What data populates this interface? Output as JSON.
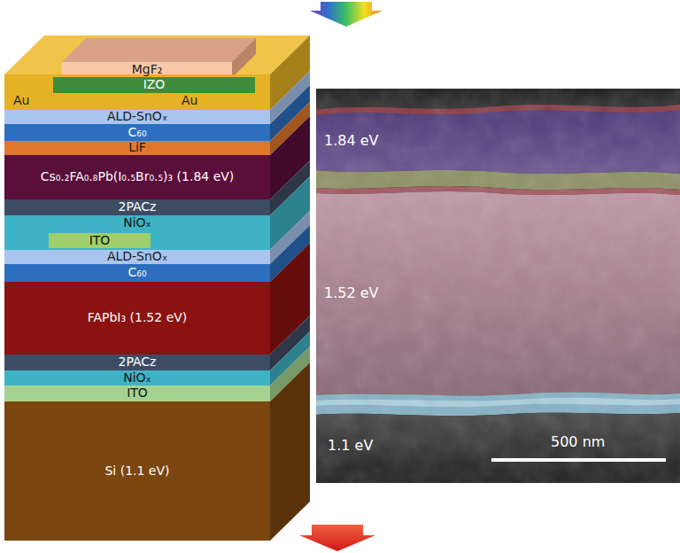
{
  "diagram": {
    "nodes": [
      {
        "text": [
          "MgF₂"
        ]
      },
      {
        "text": [
          "Au",
          "Au"
        ]
      },
      {
        "text": [
          "IZO"
        ],
        "in": 1
      },
      {
        "text": [
          "ALD-SnOₓ"
        ]
      },
      {
        "text": [
          "C₆₀"
        ]
      },
      {
        "text": [
          "LiF"
        ]
      },
      {
        "text": [
          "Cs₀.₂FA₀.₈Pb(I₀.₅Br₀.₅)₃ (1.84 eV)"
        ]
      },
      {
        "text": [
          "2PACz"
        ]
      },
      {
        "text": [
          "NiOₓ"
        ]
      },
      {
        "text": [
          "ITO"
        ],
        "in": 8
      },
      {
        "text": [
          "ALD-SnOₓ"
        ]
      },
      {
        "text": [
          "C₆₀"
        ]
      },
      {
        "text": [
          "FAPbI₃ (1.52 eV)"
        ]
      },
      {
        "text": [
          "2PACz"
        ]
      },
      {
        "text": [
          "NiOₓ"
        ]
      },
      {
        "text": [
          "ITO"
        ]
      },
      {
        "text": [
          "Si (1.1 eV)"
        ]
      }
    ],
    "labels": [
      "1.84 eV",
      "1.52 eV",
      "1.1 eV",
      "500 nm"
    ]
  }
}
